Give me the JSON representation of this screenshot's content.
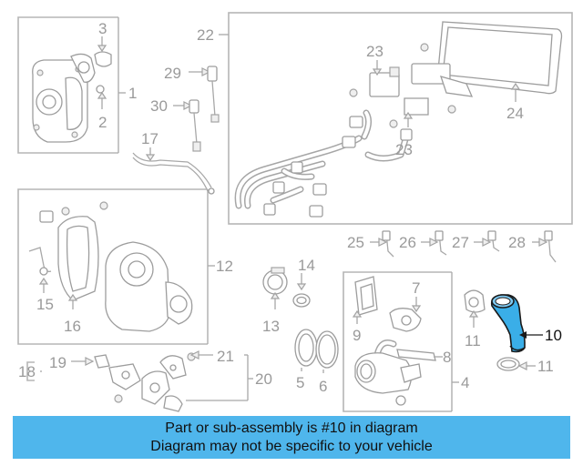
{
  "callouts": {
    "c1": "1",
    "c2": "2",
    "c3": "3",
    "c4": "4",
    "c5": "5",
    "c6": "6",
    "c7": "7",
    "c8": "8",
    "c9": "9",
    "c10": "10",
    "c11a": "11",
    "c11b": "11",
    "c12": "12",
    "c13": "13",
    "c14": "14",
    "c15": "15",
    "c16": "16",
    "c17": "17",
    "c18": "18",
    "c19": "19",
    "c20": "20",
    "c21": "21",
    "c22": "22",
    "c23a": "23",
    "c23b": "23",
    "c24": "24",
    "c25": "25",
    "c26": "26",
    "c27": "27",
    "c28": "28",
    "c29": "29",
    "c30": "30"
  },
  "highlight": {
    "part": "10",
    "color": "#3aaee8"
  },
  "banner": {
    "line1": "Part or sub-assembly is #10 in diagram",
    "line2": "Diagram may not be specific to your vehicle",
    "color": "#4fb6ec"
  }
}
